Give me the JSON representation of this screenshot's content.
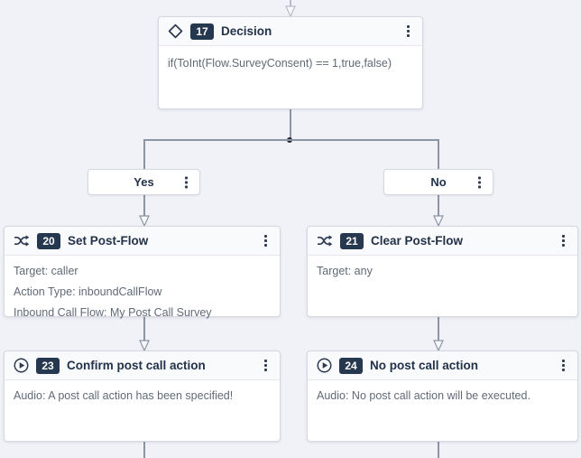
{
  "colors": {
    "canvas_bg": "#f1f2f7",
    "accent_dark": "#263850",
    "connector": "#8b95a5",
    "node_border": "#d5d8e0",
    "body_text": "#606a76"
  },
  "nodes": [
    {
      "id": "decision",
      "icon": "diamond-icon",
      "number": "17",
      "title": "Decision",
      "body_lines": [
        "if(ToInt(Flow.SurveyConsent) == 1,true,false)"
      ]
    },
    {
      "id": "set-post-flow",
      "icon": "shuffle-icon",
      "number": "20",
      "title": "Set Post-Flow",
      "body_lines": [
        "Target: caller",
        "Action Type: inboundCallFlow",
        "Inbound Call Flow: My Post Call Survey"
      ]
    },
    {
      "id": "clear-post-flow",
      "icon": "shuffle-icon",
      "number": "21",
      "title": "Clear Post-Flow",
      "body_lines": [
        "Target: any"
      ]
    },
    {
      "id": "confirm-post-call-action",
      "icon": "play-icon",
      "number": "23",
      "title": "Confirm post call action",
      "body_lines": [
        "Audio: A post call action has been specified!"
      ]
    },
    {
      "id": "no-post-call-action",
      "icon": "play-icon",
      "number": "24",
      "title": "No post call action",
      "body_lines": [
        "Audio: No post call action will be executed."
      ]
    }
  ],
  "branches": [
    {
      "label": "Yes"
    },
    {
      "label": "No"
    }
  ]
}
